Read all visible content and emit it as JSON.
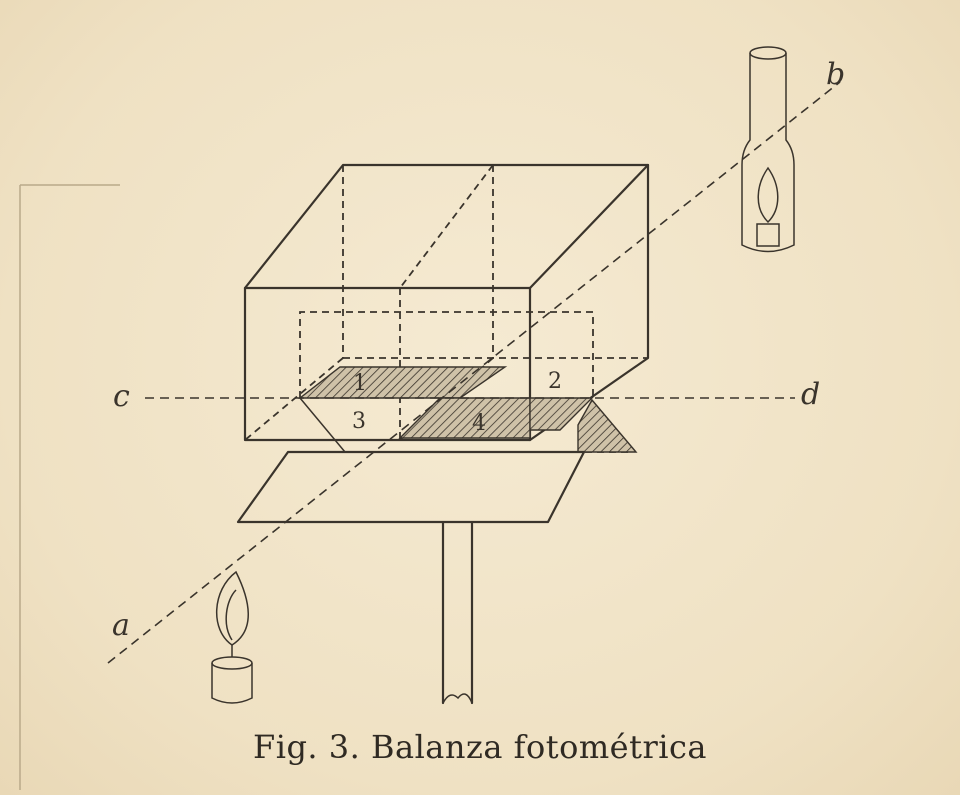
{
  "caption": "Fig. 3. Balanza fotométrica",
  "labels": {
    "a": "a",
    "b": "b",
    "c": "c",
    "d": "d",
    "region_1": "1",
    "region_2": "2",
    "region_3": "3",
    "region_4": "4"
  },
  "colors": {
    "paper": "#f1e4c8",
    "ink": "#3a342c"
  }
}
